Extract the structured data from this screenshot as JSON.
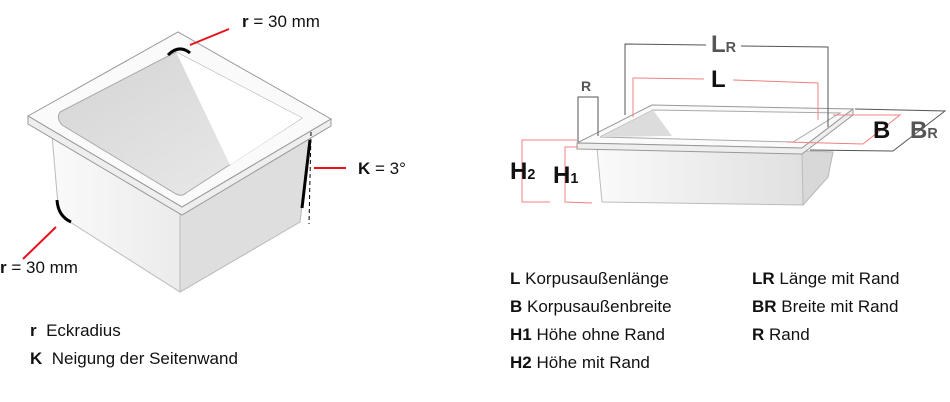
{
  "left_diagram": {
    "radius_top_label": {
      "symbol": "r",
      "value": "= 30 mm"
    },
    "radius_bottom_label": {
      "symbol": "r",
      "value": "= 30 mm"
    },
    "slope_label": {
      "symbol": "K",
      "value": "= 3°"
    },
    "legend": [
      {
        "symbol": "r",
        "text": "Eckradius"
      },
      {
        "symbol": "K",
        "text": "Neigung der Seitenwand"
      }
    ]
  },
  "right_diagram": {
    "dimensions": {
      "LR": {
        "main": "L",
        "sub": "R"
      },
      "L": {
        "main": "L"
      },
      "R": {
        "main": "R"
      },
      "B": {
        "main": "B"
      },
      "BR": {
        "main": "B",
        "sub": "R"
      },
      "H1": {
        "main": "H",
        "sub": "1"
      },
      "H2": {
        "main": "H",
        "sub": "2"
      }
    },
    "legend_col1": [
      {
        "symbol": "L",
        "text": "Korpusaußenlänge"
      },
      {
        "symbol": "B",
        "text": "Korpusaußenbreite"
      },
      {
        "symbol": "H1",
        "text": "Höhe ohne Rand"
      },
      {
        "symbol": "H2",
        "text": "Höhe mit Rand"
      }
    ],
    "legend_col2": [
      {
        "symbol": "LR",
        "text": "Länge mit Rand"
      },
      {
        "symbol": "BR",
        "text": "Breite mit Rand"
      },
      {
        "symbol": "R",
        "text": "Rand"
      }
    ]
  },
  "colors": {
    "accent": "#e8101a",
    "dim_gray": "#555555",
    "dim_red": "#f08080"
  }
}
